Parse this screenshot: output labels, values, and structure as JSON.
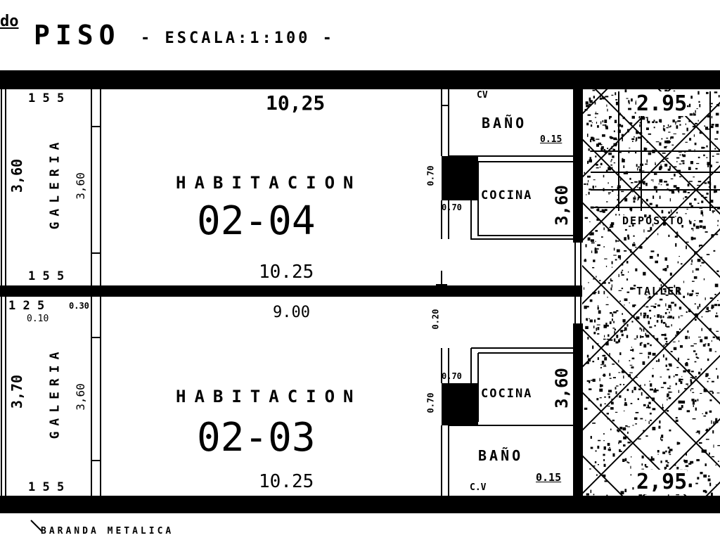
{
  "title": {
    "floor_ordinal": "do",
    "floor_word": "PISO",
    "scale": "- ESCALA:1:100 -"
  },
  "colors": {
    "ink": "#000000",
    "paper": "#ffffff"
  },
  "unit_upper": {
    "name_label": "HABITACION",
    "number": "02-04",
    "width_top": "10,25",
    "width_bottom": "10.25",
    "galeria": {
      "label": "GALERIA",
      "outer_height": "3,60",
      "inner_height": "3,60",
      "top": "1 5 5",
      "bottom": "1 5 5"
    },
    "bano": {
      "label": "BAÑO",
      "cv": "CV",
      "dim": "0.15"
    },
    "cocina": {
      "label": "COCINA",
      "height": "3,60",
      "dim_a": "0.70",
      "dim_b": "0.70"
    }
  },
  "unit_lower": {
    "name_label": "HABITACION",
    "number": "02-03",
    "width_top": "9.00",
    "width_bottom": "10.25",
    "wall_gap": "0.20",
    "galeria": {
      "label": "GALERIA",
      "outer_height": "3,70",
      "inner_height": "3,60",
      "top": "1 2 5",
      "top_small": "0.10",
      "corner": "0.30",
      "bottom": "1 5 5"
    },
    "bano": {
      "label": "BAÑO",
      "cv": "C.V",
      "dim": "0.15"
    },
    "cocina": {
      "label": "COCINA",
      "height": "3,60",
      "dim_a": "0.70",
      "dim_b": "0.70"
    }
  },
  "hatched_area": {
    "top_dim": "2.95",
    "bottom_dim": "2,95",
    "label_deposito": "DEPOSITO",
    "label_taller": "TALLER"
  },
  "notes": {
    "baranda": "BARANDA METALICA"
  }
}
